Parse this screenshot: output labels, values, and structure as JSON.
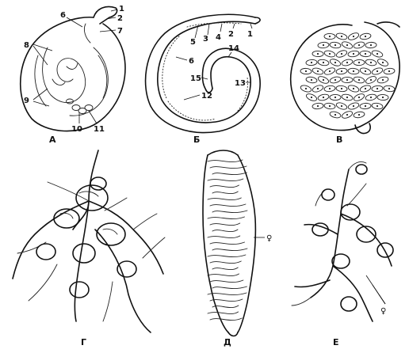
{
  "panels": {
    "a": {
      "letter": "А",
      "numbers": [
        "1",
        "2",
        "7",
        "6",
        "8",
        "9",
        "10",
        "11"
      ]
    },
    "b": {
      "letter": "Б",
      "numbers": [
        "1",
        "2",
        "3",
        "4",
        "5",
        "6",
        "12",
        "13",
        "14",
        "15"
      ]
    },
    "v": {
      "letter": "В"
    },
    "g": {
      "letter": "Г"
    },
    "d": {
      "letter": "Д",
      "symbol": "♀"
    },
    "e": {
      "letter": "Е",
      "symbol": "♀"
    }
  },
  "colors": {
    "ink": "#111111",
    "background": "#ffffff"
  }
}
